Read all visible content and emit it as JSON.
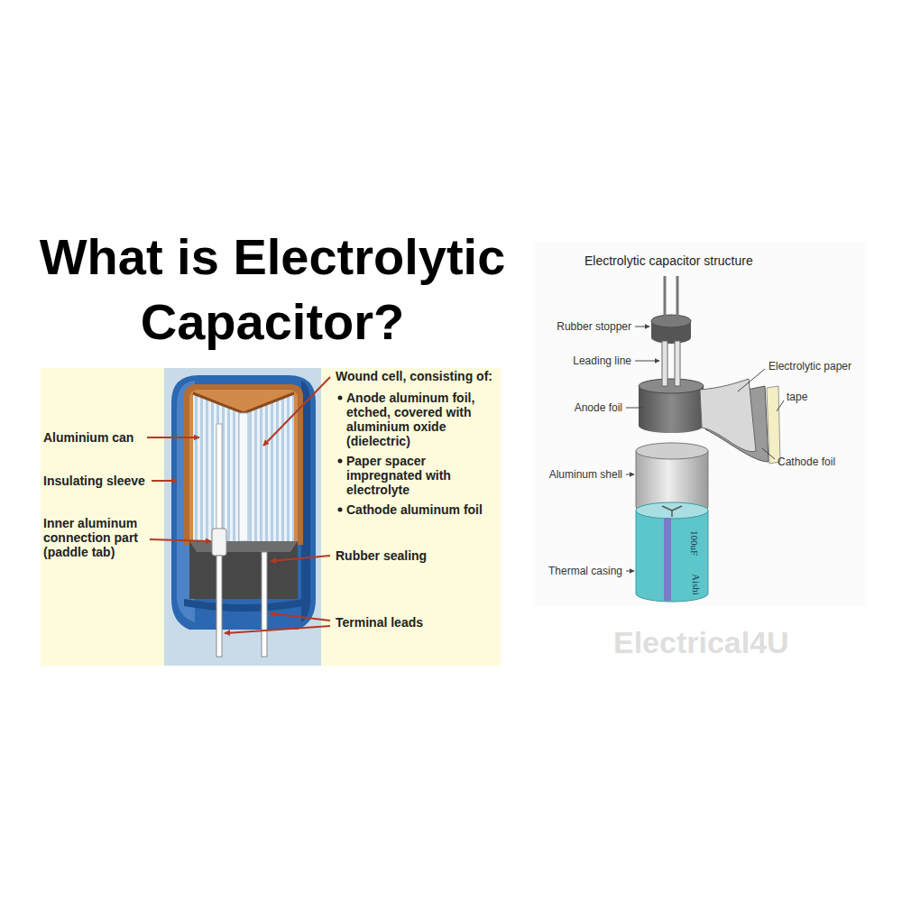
{
  "diagram": {
    "title": "What is Electrolytic Capacitor?",
    "labels": [
      "Aluminium can",
      "Insulating sleeve",
      "Inner aluminum connection part (paddle tab)",
      "Wound cell, consisting of:",
      "Anode aluminum foil, etched, covered with aluminium oxide (dielectric)",
      "Paper spacer impregnated with electrolyte",
      "Cathode aluminum foil",
      "Rubber sealing",
      "Terminal leads",
      "Electrolytic capacitor structure",
      "Rubber stopper",
      "Leading line",
      "Anode foil",
      "Electrolytic paper",
      "tape",
      "Cathode foil",
      "Aluminum shell",
      "Thermal casing",
      "100uF",
      "Aishi",
      "Electrical4U"
    ]
  }
}
